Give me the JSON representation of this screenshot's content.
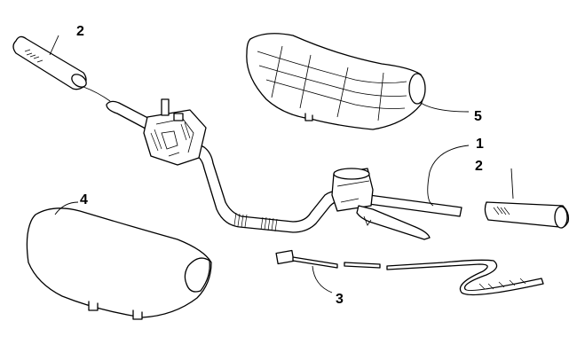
{
  "diagram": {
    "callouts": {
      "handlebar": "1",
      "grip_left": "2",
      "grip_right": "2",
      "harness": "3",
      "pad_lower": "4",
      "pad_upper": "5"
    }
  }
}
